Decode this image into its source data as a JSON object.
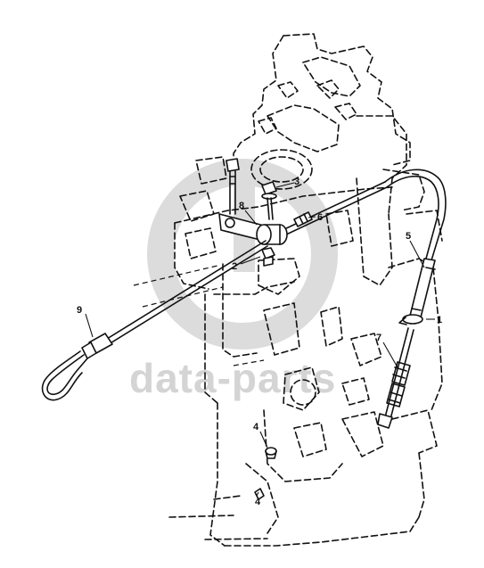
{
  "watermark": {
    "text": "data-parts",
    "color": "#d4d4d4"
  },
  "callouts": {
    "c1": "1",
    "c2": "2",
    "c3": "3",
    "c4a": "4",
    "c4b": "4",
    "c5": "5",
    "c6": "6",
    "c7": "7",
    "c8": "8",
    "c9": "9"
  },
  "colors": {
    "line": "#111111",
    "background": "#ffffff"
  }
}
